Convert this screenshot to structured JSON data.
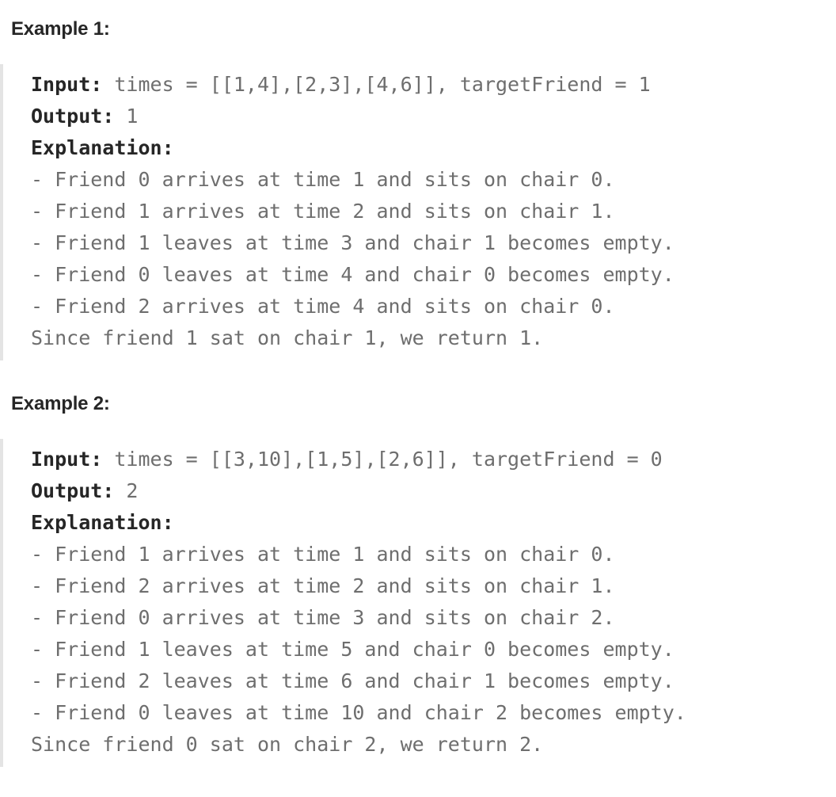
{
  "document": {
    "examples": [
      {
        "heading": "Example 1:",
        "input_label": "Input:",
        "input_value": " times = [[1,4],[2,3],[4,6]], targetFriend = 1",
        "output_label": "Output:",
        "output_value": " 1",
        "explanation_label": "Explanation:",
        "explanation_lines": [
          "- Friend 0 arrives at time 1 and sits on chair 0.",
          "- Friend 1 arrives at time 2 and sits on chair 1.",
          "- Friend 1 leaves at time 3 and chair 1 becomes empty.",
          "- Friend 0 leaves at time 4 and chair 0 becomes empty.",
          "- Friend 2 arrives at time 4 and sits on chair 0.",
          "Since friend 1 sat on chair 1, we return 1."
        ]
      },
      {
        "heading": "Example 2:",
        "input_label": "Input:",
        "input_value": " times = [[3,10],[1,5],[2,6]], targetFriend = 0",
        "output_label": "Output:",
        "output_value": " 2",
        "explanation_label": "Explanation:",
        "explanation_lines": [
          "- Friend 1 arrives at time 1 and sits on chair 0.",
          "- Friend 2 arrives at time 2 and sits on chair 1.",
          "- Friend 0 arrives at time 3 and sits on chair 2.",
          "- Friend 1 leaves at time 5 and chair 0 becomes empty.",
          "- Friend 2 leaves at time 6 and chair 1 becomes empty.",
          "- Friend 0 leaves at time 10 and chair 2 becomes empty.",
          "Since friend 0 sat on chair 2, we return 2."
        ]
      }
    ],
    "colors": {
      "label_text": "#262626",
      "code_text": "#6e6e6e",
      "block_border": "#e4e4e4",
      "background": "#ffffff"
    }
  }
}
